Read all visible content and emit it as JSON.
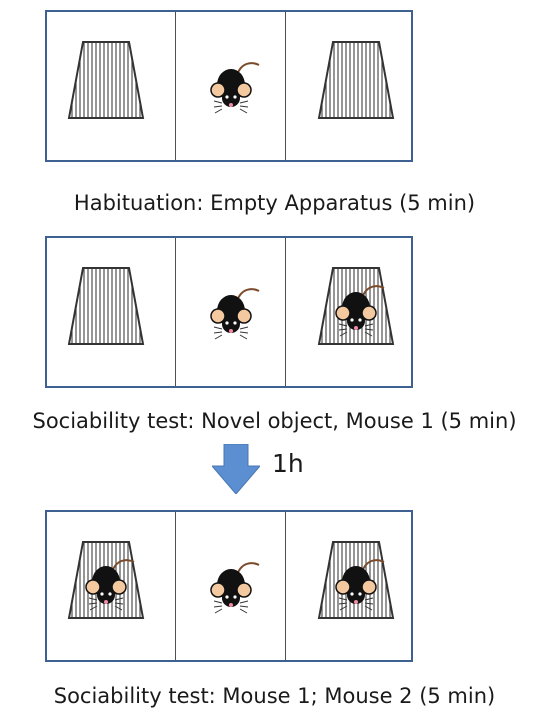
{
  "panels": [
    {
      "caption": "Habituation: Empty Apparatus (5 min)",
      "left": "empty-cage",
      "center": "mouse",
      "right": "empty-cage"
    },
    {
      "caption": "Sociability test: Novel object, Mouse 1 (5 min)",
      "left": "empty-cage",
      "center": "mouse",
      "right": "caged-mouse"
    },
    {
      "caption": "Sociability test: Mouse 1; Mouse 2 (5 min)",
      "left": "caged-mouse",
      "center": "mouse",
      "right": "caged-mouse"
    }
  ],
  "arrow": {
    "label": "1h",
    "icon": "down-arrow-icon",
    "color": "#5b8fd1"
  },
  "colors": {
    "frame": "#3d6190",
    "mouse_body": "#111111",
    "mouse_ear": "#f4c9a0",
    "cage_stripe": "#505050"
  }
}
